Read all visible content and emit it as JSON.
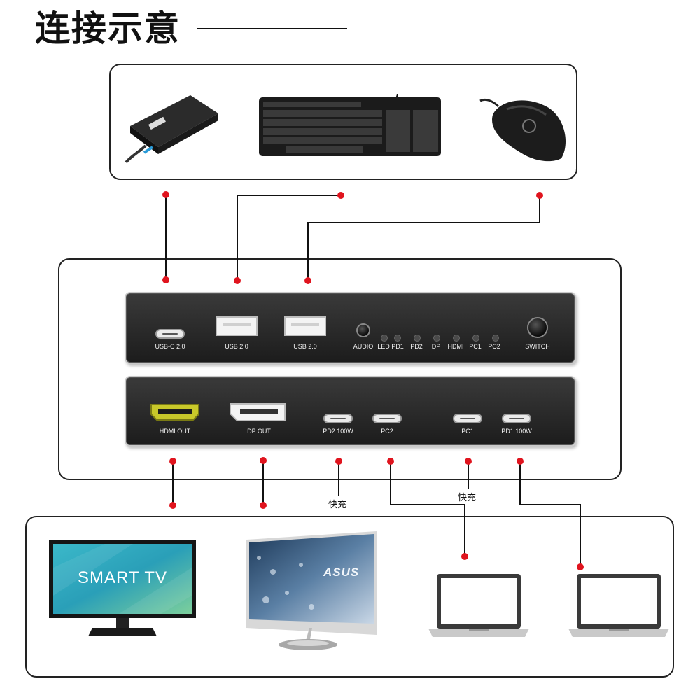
{
  "title": "连接示意",
  "top_panel": {
    "ports": [
      {
        "label": "USB-C 2.0"
      },
      {
        "label": "USB 2.0"
      },
      {
        "label": "USB 2.0"
      }
    ],
    "indicators": [
      "AUDIO",
      "LED",
      "PD1",
      "PD2",
      "DP",
      "HDMI",
      "PC1",
      "PC2"
    ],
    "switch_label": "SWITCH"
  },
  "bottom_panel": {
    "ports": [
      {
        "label": "HDMI OUT"
      },
      {
        "label": "DP OUT"
      },
      {
        "label": "PD2 100W"
      },
      {
        "label": "PC2"
      },
      {
        "label": "PC1"
      },
      {
        "label": "PD1 100W"
      }
    ]
  },
  "annotations": {
    "fast_charge_1": "快充",
    "fast_charge_2": "快充"
  },
  "devices": {
    "tv_screen_text": "SMART TV",
    "monitor_brand": "ASUS"
  },
  "colors": {
    "dot": "#e0141e",
    "line": "#111111",
    "panel": "#2a2a2a",
    "hdmi_port": "#c8c82a"
  }
}
